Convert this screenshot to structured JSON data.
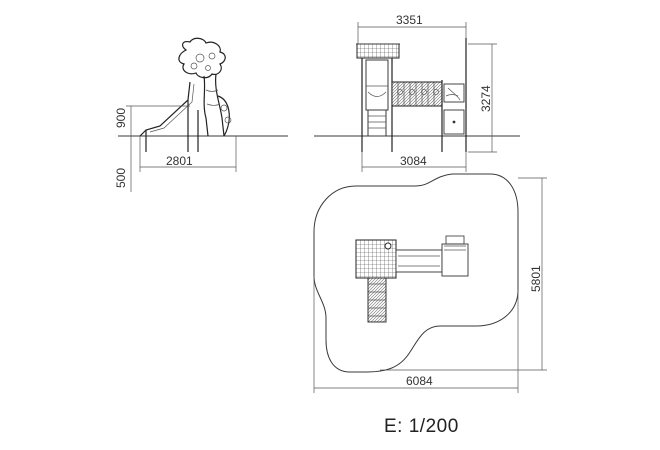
{
  "dimensions": {
    "side_height": "900",
    "side_base": "500",
    "side_width": "2801",
    "front_top": "3351",
    "front_height": "3274",
    "front_bottom": "3084",
    "plan_height": "5801",
    "plan_width": "6084"
  },
  "scale_label": "E: 1/200",
  "colors": {
    "line": "#3a3a3a",
    "text": "#333333",
    "background": "#ffffff"
  }
}
